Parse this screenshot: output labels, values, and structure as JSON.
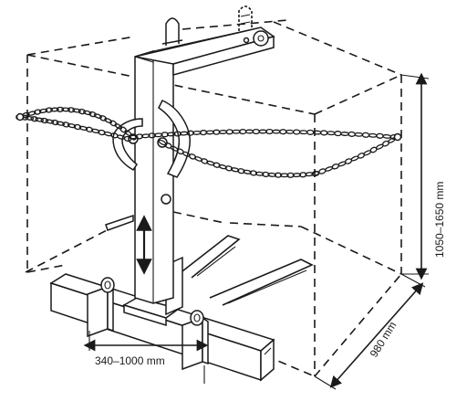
{
  "dimensions": {
    "height_range": "1050–1650 mm",
    "depth": "980 mm",
    "width_range": "340–1000 mm"
  }
}
